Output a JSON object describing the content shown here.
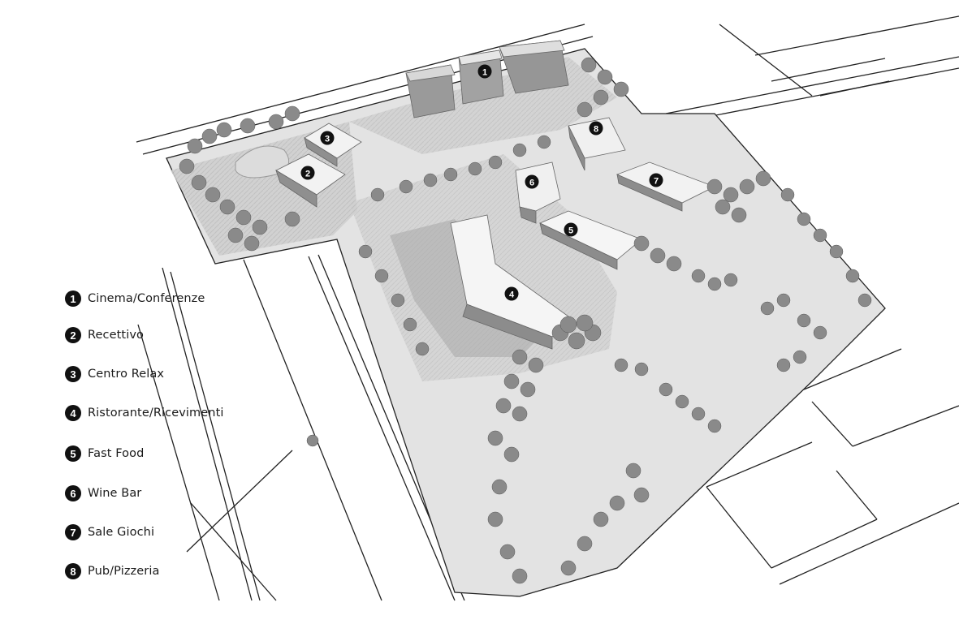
{
  "legend": {
    "items": [
      {
        "num": "1",
        "label": "Cinema/Conferenze"
      },
      {
        "num": "2",
        "label": "Recettivo"
      },
      {
        "num": "3",
        "label": "Centro Relax"
      },
      {
        "num": "4",
        "label": "Ristorante/Ricevimenti"
      },
      {
        "num": "5",
        "label": "Fast Food"
      },
      {
        "num": "6",
        "label": "Wine Bar"
      },
      {
        "num": "7",
        "label": "Sale Giochi"
      },
      {
        "num": "8",
        "label": "Pub/Pizzeria"
      }
    ]
  },
  "markers": [
    "1",
    "2",
    "3",
    "4",
    "5",
    "6",
    "7",
    "8"
  ]
}
